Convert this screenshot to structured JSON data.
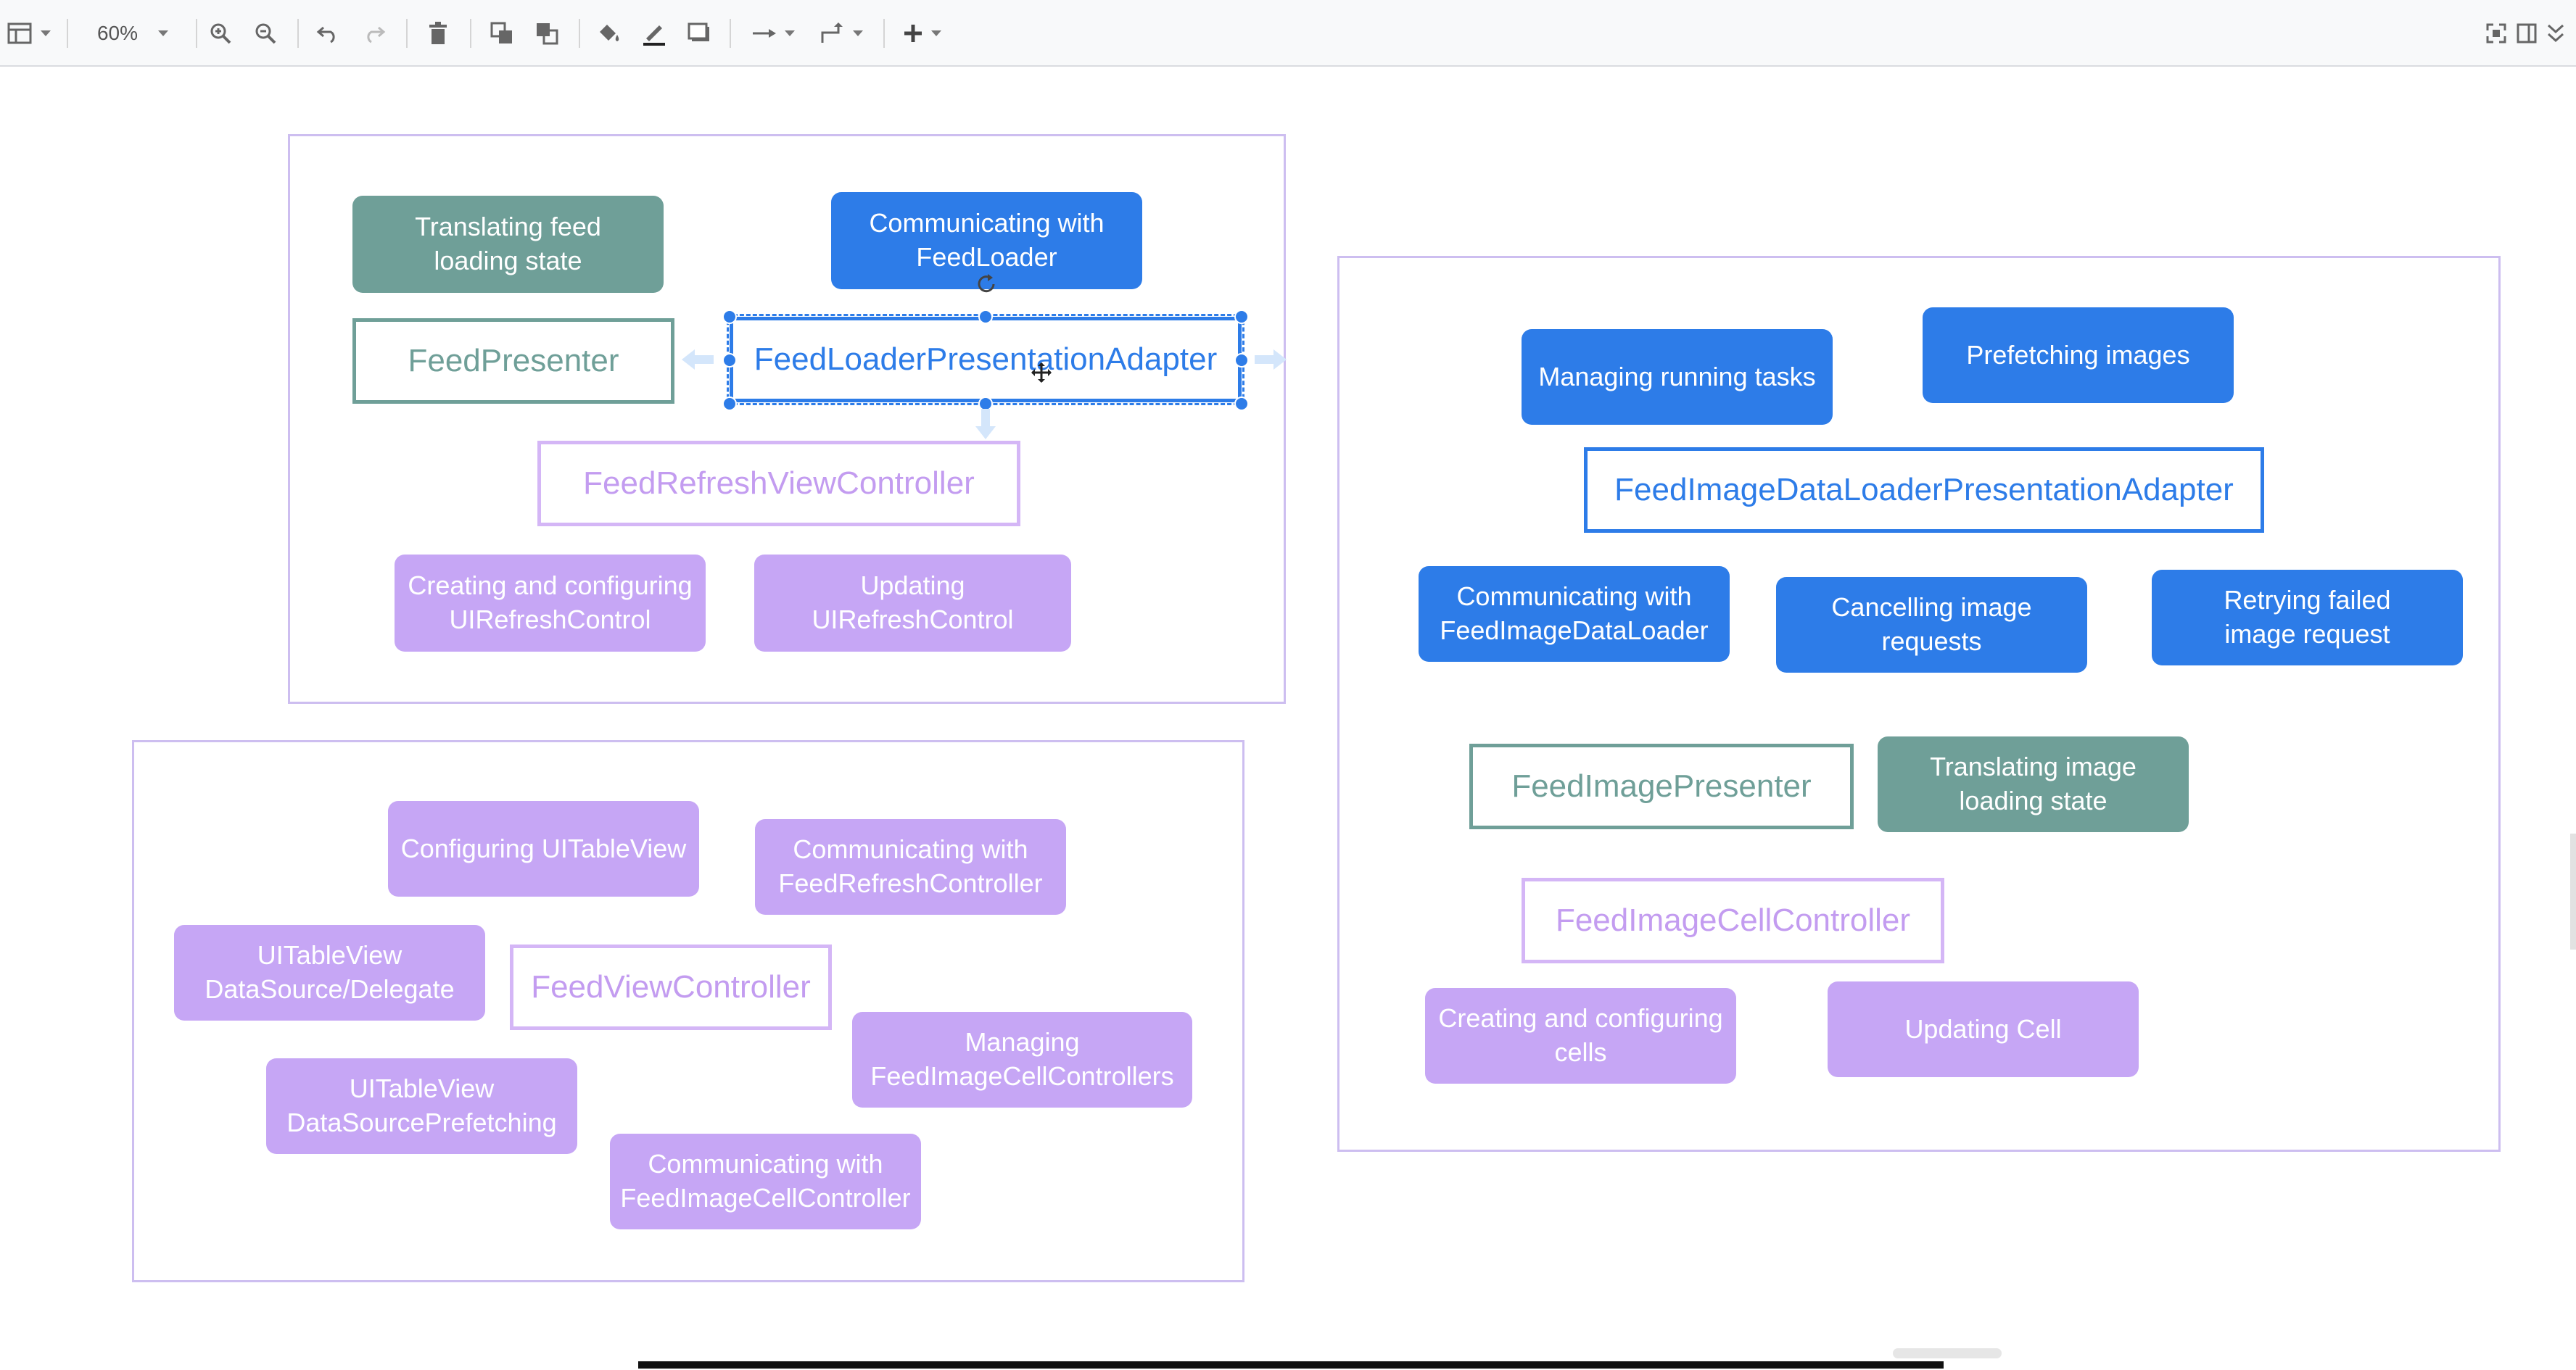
{
  "toolbar": {
    "zoom_label": "60%",
    "icons": [
      "format-panel-icon",
      "zoom-in-icon",
      "zoom-out-icon",
      "undo-icon",
      "redo-icon",
      "delete-icon",
      "to-front-icon",
      "to-back-icon",
      "fill-color-icon",
      "line-color-icon",
      "shadow-icon",
      "connection-icon",
      "waypoints-icon",
      "insert-icon",
      "fullscreen-icon",
      "format-toggle-icon",
      "collapse-icon"
    ]
  },
  "diagram": {
    "presenter_group": {
      "translating_feed": "Translating feed\nloading state",
      "communicating_feedloader": "Communicating with\nFeedLoader",
      "feed_presenter": "FeedPresenter",
      "feedloader_adapter": "FeedLoaderPresentationAdapter",
      "feed_refresh_vc": "FeedRefreshViewController",
      "creating_refresh": "Creating and configuring\nUIRefreshControl",
      "updating_refresh": "Updating\nUIRefreshControl"
    },
    "feed_vc_group": {
      "configuring_tableview": "Configuring UITableView",
      "communicating_refresh": "Communicating with\nFeedRefreshController",
      "datasource_delegate": "UITableView\nDataSource/Delegate",
      "feed_vc": "FeedViewController",
      "managing_cell_controllers": "Managing\nFeedImageCellControllers",
      "prefetching_ds": "UITableView\nDataSourcePrefetching",
      "communicating_cell_controller": "Communicating with\nFeedImageCellController"
    },
    "image_group": {
      "managing_tasks": "Managing running tasks",
      "prefetching_images": "Prefetching images",
      "image_adapter": "FeedImageDataLoaderPresentationAdapter",
      "communicating_image_loader": "Communicating with\nFeedImageDataLoader",
      "cancelling_requests": "Cancelling image\nrequests",
      "retrying_failed": "Retrying failed\nimage request",
      "image_presenter": "FeedImagePresenter",
      "translating_image": "Translating image\nloading state",
      "image_cell_controller": "FeedImageCellController",
      "creating_cells": "Creating and configuring\ncells",
      "updating_cell": "Updating Cell"
    }
  },
  "colors": {
    "blue": "#2d7ce8",
    "teal": "#6f9f98",
    "purple": "#c6a6f5",
    "frame": "#cdbef0"
  }
}
